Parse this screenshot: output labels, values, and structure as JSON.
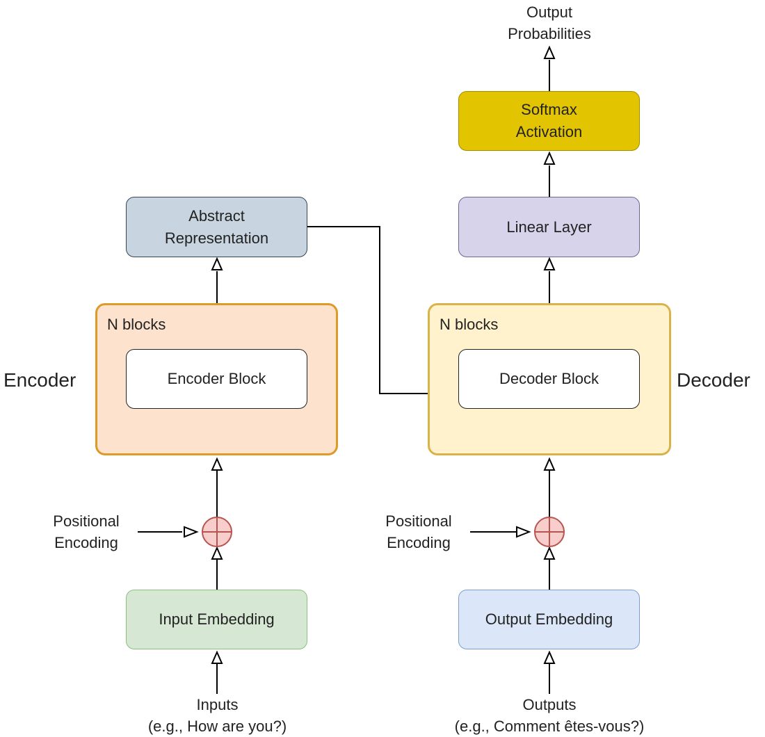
{
  "encoder": {
    "side_label": "Encoder",
    "group_title": "N blocks",
    "block_label": "Encoder Block",
    "abstract_line1": "Abstract",
    "abstract_line2": "Representation",
    "positional_line1": "Positional",
    "positional_line2": "Encoding",
    "embedding_label": "Input Embedding",
    "input_line1": "Inputs",
    "input_line2": "(e.g., How are you?)"
  },
  "decoder": {
    "side_label": "Decoder",
    "group_title": "N blocks",
    "block_label": "Decoder Block",
    "linear_label": "Linear Layer",
    "softmax_line1": "Softmax",
    "softmax_line2": "Activation",
    "output_prob_line1": "Output",
    "output_prob_line2": "Probabilities",
    "positional_line1": "Positional",
    "positional_line2": "Encoding",
    "embedding_label": "Output Embedding",
    "output_line1": "Outputs",
    "output_line2": "(e.g., Comment êtes-vous?)"
  },
  "colors": {
    "abstract_fill": "#c8d5e0",
    "softmax_fill": "#e3c400",
    "linear_fill": "#d7d3ea",
    "encoder_group_fill": "#fde2cd",
    "decoder_group_fill": "#fff2cc",
    "input_embedding_fill": "#d6e8d3",
    "output_embedding_fill": "#dbe7f8",
    "adder_fill": "#f8cecc",
    "adder_stroke": "#b85450"
  }
}
